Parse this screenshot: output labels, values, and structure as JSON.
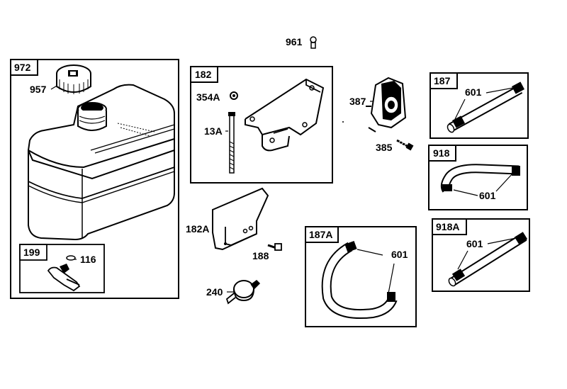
{
  "diagram": {
    "boxes": {
      "b972": "972",
      "b182": "182",
      "b199": "199",
      "b187A": "187A",
      "b187": "187",
      "b918": "918",
      "b918A": "918A"
    },
    "parts": {
      "p961": "961",
      "p957": "957",
      "p354A": "354A",
      "p13A": "13A",
      "p387": "387",
      "p385": "385",
      "p116": "116",
      "p182A": "182A",
      "p188": "188",
      "p240": "240",
      "p601_187A": "601",
      "p601_187": "601",
      "p601_918": "601",
      "p601_918A": "601"
    }
  }
}
